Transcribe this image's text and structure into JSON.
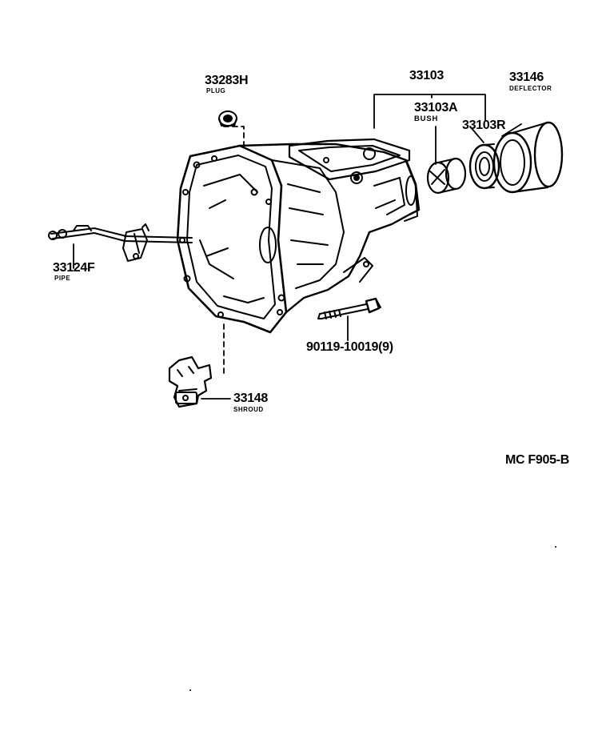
{
  "diagram_code": "MC F905-B",
  "parts": {
    "plug": {
      "number": "33283H",
      "name": "PLUG"
    },
    "case": {
      "number": "33103"
    },
    "bush": {
      "number": "33103A",
      "name": "BUSH"
    },
    "seal": {
      "number": "33103R"
    },
    "deflector": {
      "number": "33146",
      "name": "DEFLECTOR"
    },
    "pipe": {
      "number": "33124F",
      "name": "PIPE"
    },
    "bolt": {
      "number": "90119-10019(9)"
    },
    "shroud": {
      "number": "33148",
      "name": "SHROUD"
    }
  }
}
